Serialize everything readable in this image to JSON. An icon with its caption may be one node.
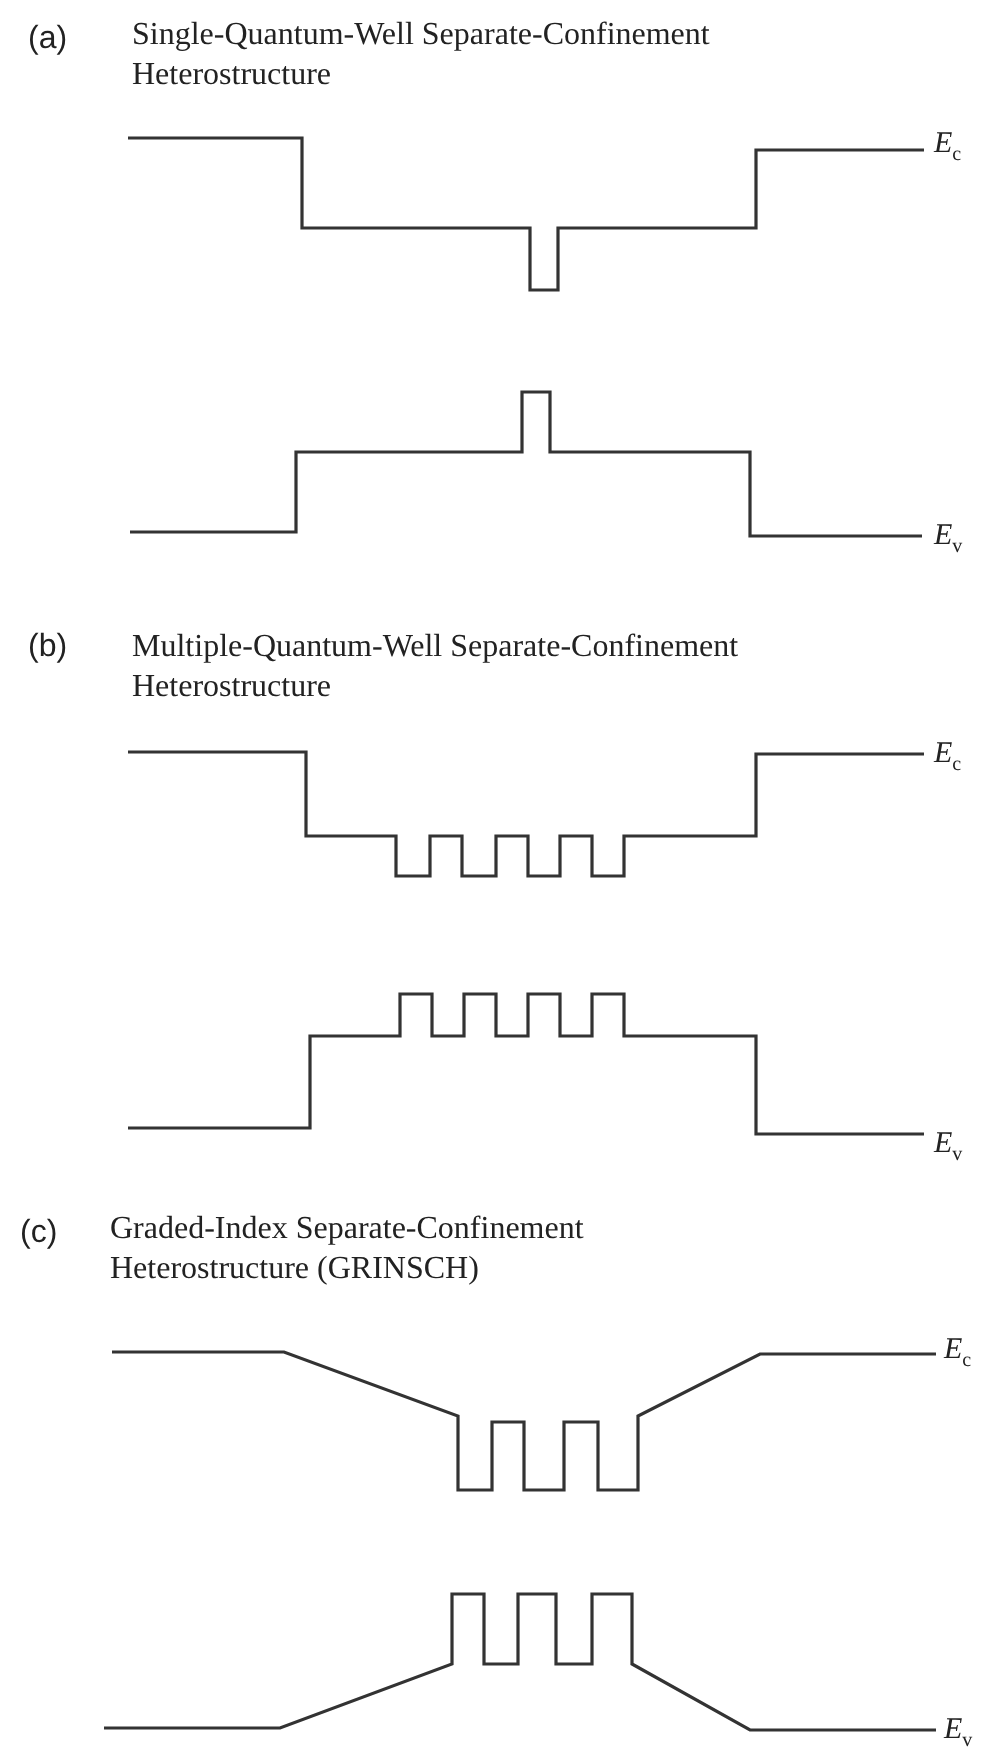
{
  "diagram": {
    "labels": [
      "(a)",
      "Single-Quantum-Well Separate-Confinement Heterostructure",
      "E$_{c}$",
      "E$_{v}$",
      "(b)",
      "Multiple-Quantum-Well Separate-Confinement Heterostructure",
      "E$_{c}$",
      "E$_{v}$",
      "(c)",
      "Graded-Index Separate-Confinement Heterostructure (GRINSCH)",
      "E$_{c}$",
      "E$_{v}$"
    ]
  }
}
